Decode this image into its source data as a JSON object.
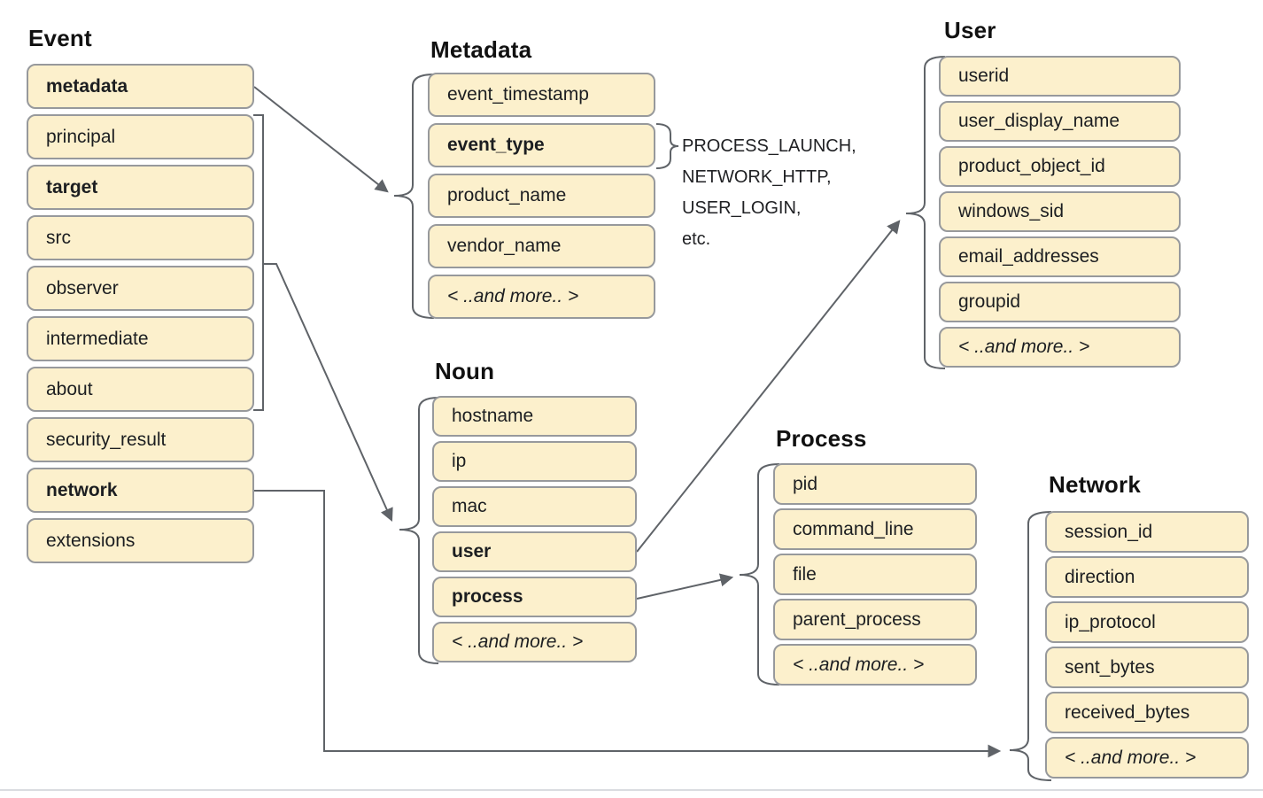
{
  "groups": [
    {
      "id": "event",
      "title": "Event",
      "items": [
        {
          "label": "metadata",
          "bold": true
        },
        {
          "label": "principal"
        },
        {
          "label": "target",
          "bold": true
        },
        {
          "label": "src"
        },
        {
          "label": "observer"
        },
        {
          "label": "intermediate"
        },
        {
          "label": "about"
        },
        {
          "label": "security_result"
        },
        {
          "label": "network",
          "bold": true
        },
        {
          "label": "extensions"
        }
      ]
    },
    {
      "id": "metadata",
      "title": "Metadata",
      "items": [
        {
          "label": "event_timestamp"
        },
        {
          "label": "event_type",
          "bold": true
        },
        {
          "label": "product_name"
        },
        {
          "label": "vendor_name"
        },
        {
          "label": "< ..and more.. >",
          "more": true
        }
      ]
    },
    {
      "id": "noun",
      "title": "Noun",
      "items": [
        {
          "label": "hostname"
        },
        {
          "label": "ip"
        },
        {
          "label": "mac"
        },
        {
          "label": "user",
          "bold": true
        },
        {
          "label": "process",
          "bold": true
        },
        {
          "label": "< ..and more.. >",
          "more": true
        }
      ]
    },
    {
      "id": "user",
      "title": "User",
      "items": [
        {
          "label": "userid"
        },
        {
          "label": "user_display_name"
        },
        {
          "label": "product_object_id"
        },
        {
          "label": "windows_sid"
        },
        {
          "label": "email_addresses"
        },
        {
          "label": "groupid"
        },
        {
          "label": "< ..and more.. >",
          "more": true
        }
      ]
    },
    {
      "id": "process",
      "title": "Process",
      "items": [
        {
          "label": "pid"
        },
        {
          "label": "command_line"
        },
        {
          "label": "file"
        },
        {
          "label": "parent_process"
        },
        {
          "label": "< ..and more.. >",
          "more": true
        }
      ]
    },
    {
      "id": "network",
      "title": "Network",
      "items": [
        {
          "label": "session_id"
        },
        {
          "label": "direction"
        },
        {
          "label": "ip_protocol"
        },
        {
          "label": "sent_bytes"
        },
        {
          "label": "received_bytes"
        },
        {
          "label": "< ..and more.. >",
          "more": true
        }
      ]
    }
  ],
  "annotation": {
    "lines": [
      "PROCESS_LAUNCH,",
      "NETWORK_HTTP,",
      "USER_LOGIN,",
      "etc."
    ]
  },
  "colors": {
    "box_fill": "#FCF0CC",
    "box_border": "#97999C",
    "connector": "#5F6368",
    "text": "#1C1E21",
    "bottom_divider": "#DADCE0"
  }
}
